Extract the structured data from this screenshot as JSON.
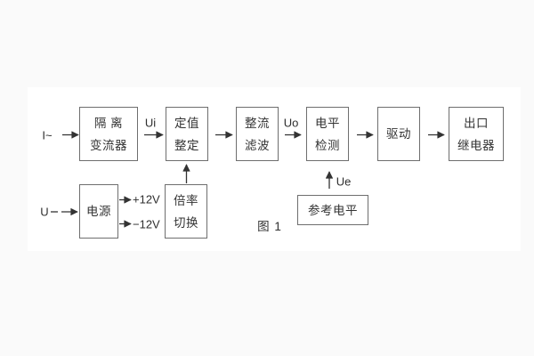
{
  "page": {
    "background": "#fafafa",
    "panel_background": "#ffffff",
    "line_color": "#333333",
    "box_border_color": "#6e6e6e",
    "text_color": "#333333"
  },
  "diagram": {
    "caption": "图 1",
    "boxes": {
      "isolation": {
        "line1": "隔 离",
        "line2": "变流器"
      },
      "setting": {
        "line1": "定值",
        "line2": "整定"
      },
      "rectify": {
        "line1": "整流",
        "line2": "滤波"
      },
      "level": {
        "line1": "电平",
        "line2": "检测"
      },
      "drive": {
        "line1": "驱动"
      },
      "output": {
        "line1": "出口",
        "line2": "继电器"
      },
      "power": {
        "line1": "电源"
      },
      "multiplier": {
        "line1": "倍率",
        "line2": "切换"
      },
      "reference": {
        "line1": "参考电平"
      }
    },
    "labels": {
      "input_current": "I~",
      "input_voltage": "U",
      "ui": "Ui",
      "uo": "Uo",
      "ue": "Ue",
      "plus12": "+12V",
      "minus12": "−12V"
    }
  }
}
